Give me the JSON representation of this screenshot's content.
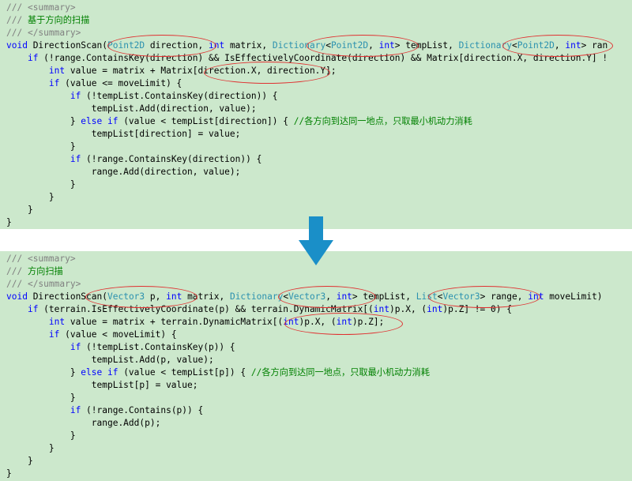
{
  "top_code": [
    [
      {
        "t": "/// ",
        "c": "c"
      },
      {
        "t": "<summary>",
        "c": "c"
      }
    ],
    [
      {
        "t": "/// ",
        "c": "c"
      },
      {
        "t": "基于方向的扫描",
        "c": "g"
      }
    ],
    [
      {
        "t": "/// ",
        "c": "c"
      },
      {
        "t": "</summary>",
        "c": "c"
      }
    ],
    [
      {
        "t": "void",
        "c": "k"
      },
      {
        "t": " DirectionScan(",
        "c": "txt"
      },
      {
        "t": "Point2D",
        "c": "t"
      },
      {
        "t": " direction, ",
        "c": "txt"
      },
      {
        "t": "int",
        "c": "k"
      },
      {
        "t": " matrix, ",
        "c": "txt"
      },
      {
        "t": "Dictionary",
        "c": "t"
      },
      {
        "t": "<",
        "c": "txt"
      },
      {
        "t": "Point2D",
        "c": "t"
      },
      {
        "t": ", ",
        "c": "txt"
      },
      {
        "t": "int",
        "c": "k"
      },
      {
        "t": "> tempList, ",
        "c": "txt"
      },
      {
        "t": "Dictionary",
        "c": "t"
      },
      {
        "t": "<",
        "c": "txt"
      },
      {
        "t": "Point2D",
        "c": "t"
      },
      {
        "t": ", ",
        "c": "txt"
      },
      {
        "t": "int",
        "c": "k"
      },
      {
        "t": "> ran",
        "c": "txt"
      }
    ],
    [
      {
        "t": "    ",
        "c": "txt"
      },
      {
        "t": "if",
        "c": "k"
      },
      {
        "t": " (!range.ContainsKey(direction) && IsEffectivelyCoordinate(direction) && Matrix[direction.X, direction.Y] !",
        "c": "txt"
      }
    ],
    [
      {
        "t": "        ",
        "c": "txt"
      },
      {
        "t": "int",
        "c": "k"
      },
      {
        "t": " value = matrix + Matrix[direction.X, direction.Y];",
        "c": "txt"
      }
    ],
    [
      {
        "t": "        ",
        "c": "txt"
      },
      {
        "t": "if",
        "c": "k"
      },
      {
        "t": " (value <= moveLimit) {",
        "c": "txt"
      }
    ],
    [
      {
        "t": "            ",
        "c": "txt"
      },
      {
        "t": "if",
        "c": "k"
      },
      {
        "t": " (!tempList.ContainsKey(direction)) {",
        "c": "txt"
      }
    ],
    [
      {
        "t": "                tempList.Add(direction, value);",
        "c": "txt"
      }
    ],
    [
      {
        "t": "            } ",
        "c": "txt"
      },
      {
        "t": "else if",
        "c": "k"
      },
      {
        "t": " (value < tempList[direction]) { ",
        "c": "txt"
      },
      {
        "t": "//各方向到达同一地点，只取最小机动力消耗",
        "c": "g"
      }
    ],
    [
      {
        "t": "                tempList[direction] = value;",
        "c": "txt"
      }
    ],
    [
      {
        "t": "            }",
        "c": "txt"
      }
    ],
    [
      {
        "t": "            ",
        "c": "txt"
      },
      {
        "t": "if",
        "c": "k"
      },
      {
        "t": " (!range.ContainsKey(direction)) {",
        "c": "txt"
      }
    ],
    [
      {
        "t": "                range.Add(direction, value);",
        "c": "txt"
      }
    ],
    [
      {
        "t": "            }",
        "c": "txt"
      }
    ],
    [
      {
        "t": "        }",
        "c": "txt"
      }
    ],
    [
      {
        "t": "    }",
        "c": "txt"
      }
    ],
    [
      {
        "t": "}",
        "c": "txt"
      }
    ]
  ],
  "bottom_code": [
    [
      {
        "t": "/// ",
        "c": "c"
      },
      {
        "t": "<summary>",
        "c": "c"
      }
    ],
    [
      {
        "t": "/// ",
        "c": "c"
      },
      {
        "t": "方向扫描",
        "c": "g"
      }
    ],
    [
      {
        "t": "/// ",
        "c": "c"
      },
      {
        "t": "</summary>",
        "c": "c"
      }
    ],
    [
      {
        "t": "void",
        "c": "k"
      },
      {
        "t": " DirectionScan(",
        "c": "txt"
      },
      {
        "t": "Vector3",
        "c": "t"
      },
      {
        "t": " p, ",
        "c": "txt"
      },
      {
        "t": "int",
        "c": "k"
      },
      {
        "t": " matrix, ",
        "c": "txt"
      },
      {
        "t": "Dictionary",
        "c": "t"
      },
      {
        "t": "<",
        "c": "txt"
      },
      {
        "t": "Vector3",
        "c": "t"
      },
      {
        "t": ", ",
        "c": "txt"
      },
      {
        "t": "int",
        "c": "k"
      },
      {
        "t": "> tempList, ",
        "c": "txt"
      },
      {
        "t": "List",
        "c": "t"
      },
      {
        "t": "<",
        "c": "txt"
      },
      {
        "t": "Vector3",
        "c": "t"
      },
      {
        "t": "> range, ",
        "c": "txt"
      },
      {
        "t": "int",
        "c": "k"
      },
      {
        "t": " moveLimit)",
        "c": "txt"
      }
    ],
    [
      {
        "t": "    ",
        "c": "txt"
      },
      {
        "t": "if",
        "c": "k"
      },
      {
        "t": " (terrain.IsEffectivelyCoordinate(p) && terrain.DynamicMatrix[(",
        "c": "txt"
      },
      {
        "t": "int",
        "c": "k"
      },
      {
        "t": ")p.X, (",
        "c": "txt"
      },
      {
        "t": "int",
        "c": "k"
      },
      {
        "t": ")p.Z] != 0) {",
        "c": "txt"
      }
    ],
    [
      {
        "t": "        ",
        "c": "txt"
      },
      {
        "t": "int",
        "c": "k"
      },
      {
        "t": " value = matrix + terrain.DynamicMatrix[(",
        "c": "txt"
      },
      {
        "t": "int",
        "c": "k"
      },
      {
        "t": ")p.X, (",
        "c": "txt"
      },
      {
        "t": "int",
        "c": "k"
      },
      {
        "t": ")p.Z];",
        "c": "txt"
      }
    ],
    [
      {
        "t": "        ",
        "c": "txt"
      },
      {
        "t": "if",
        "c": "k"
      },
      {
        "t": " (value < moveLimit) {",
        "c": "txt"
      }
    ],
    [
      {
        "t": "            ",
        "c": "txt"
      },
      {
        "t": "if",
        "c": "k"
      },
      {
        "t": " (!tempList.ContainsKey(p)) {",
        "c": "txt"
      }
    ],
    [
      {
        "t": "                tempList.Add(p, value);",
        "c": "txt"
      }
    ],
    [
      {
        "t": "            } ",
        "c": "txt"
      },
      {
        "t": "else if",
        "c": "k"
      },
      {
        "t": " (value < tempList[p]) { ",
        "c": "txt"
      },
      {
        "t": "//各方向到达同一地点，只取最小机动力消耗",
        "c": "g"
      }
    ],
    [
      {
        "t": "                tempList[p] = value;",
        "c": "txt"
      }
    ],
    [
      {
        "t": "            }",
        "c": "txt"
      }
    ],
    [
      {
        "t": "            ",
        "c": "txt"
      },
      {
        "t": "if",
        "c": "k"
      },
      {
        "t": " (!range.Contains(p)) {",
        "c": "txt"
      }
    ],
    [
      {
        "t": "                range.Add(p);",
        "c": "txt"
      }
    ],
    [
      {
        "t": "            }",
        "c": "txt"
      }
    ],
    [
      {
        "t": "        }",
        "c": "txt"
      }
    ],
    [
      {
        "t": "    }",
        "c": "txt"
      }
    ],
    [
      {
        "t": "}",
        "c": "txt"
      }
    ]
  ],
  "colors": {
    "panel_bg": "#cce8cc",
    "keyword": "#0000ff",
    "type": "#2b91af",
    "comment": "#008000",
    "doc_marker": "#808080",
    "highlight_ring": "#e03030",
    "arrow": "#1a8fc8"
  },
  "icons": {
    "arrow": "down-arrow-icon"
  }
}
